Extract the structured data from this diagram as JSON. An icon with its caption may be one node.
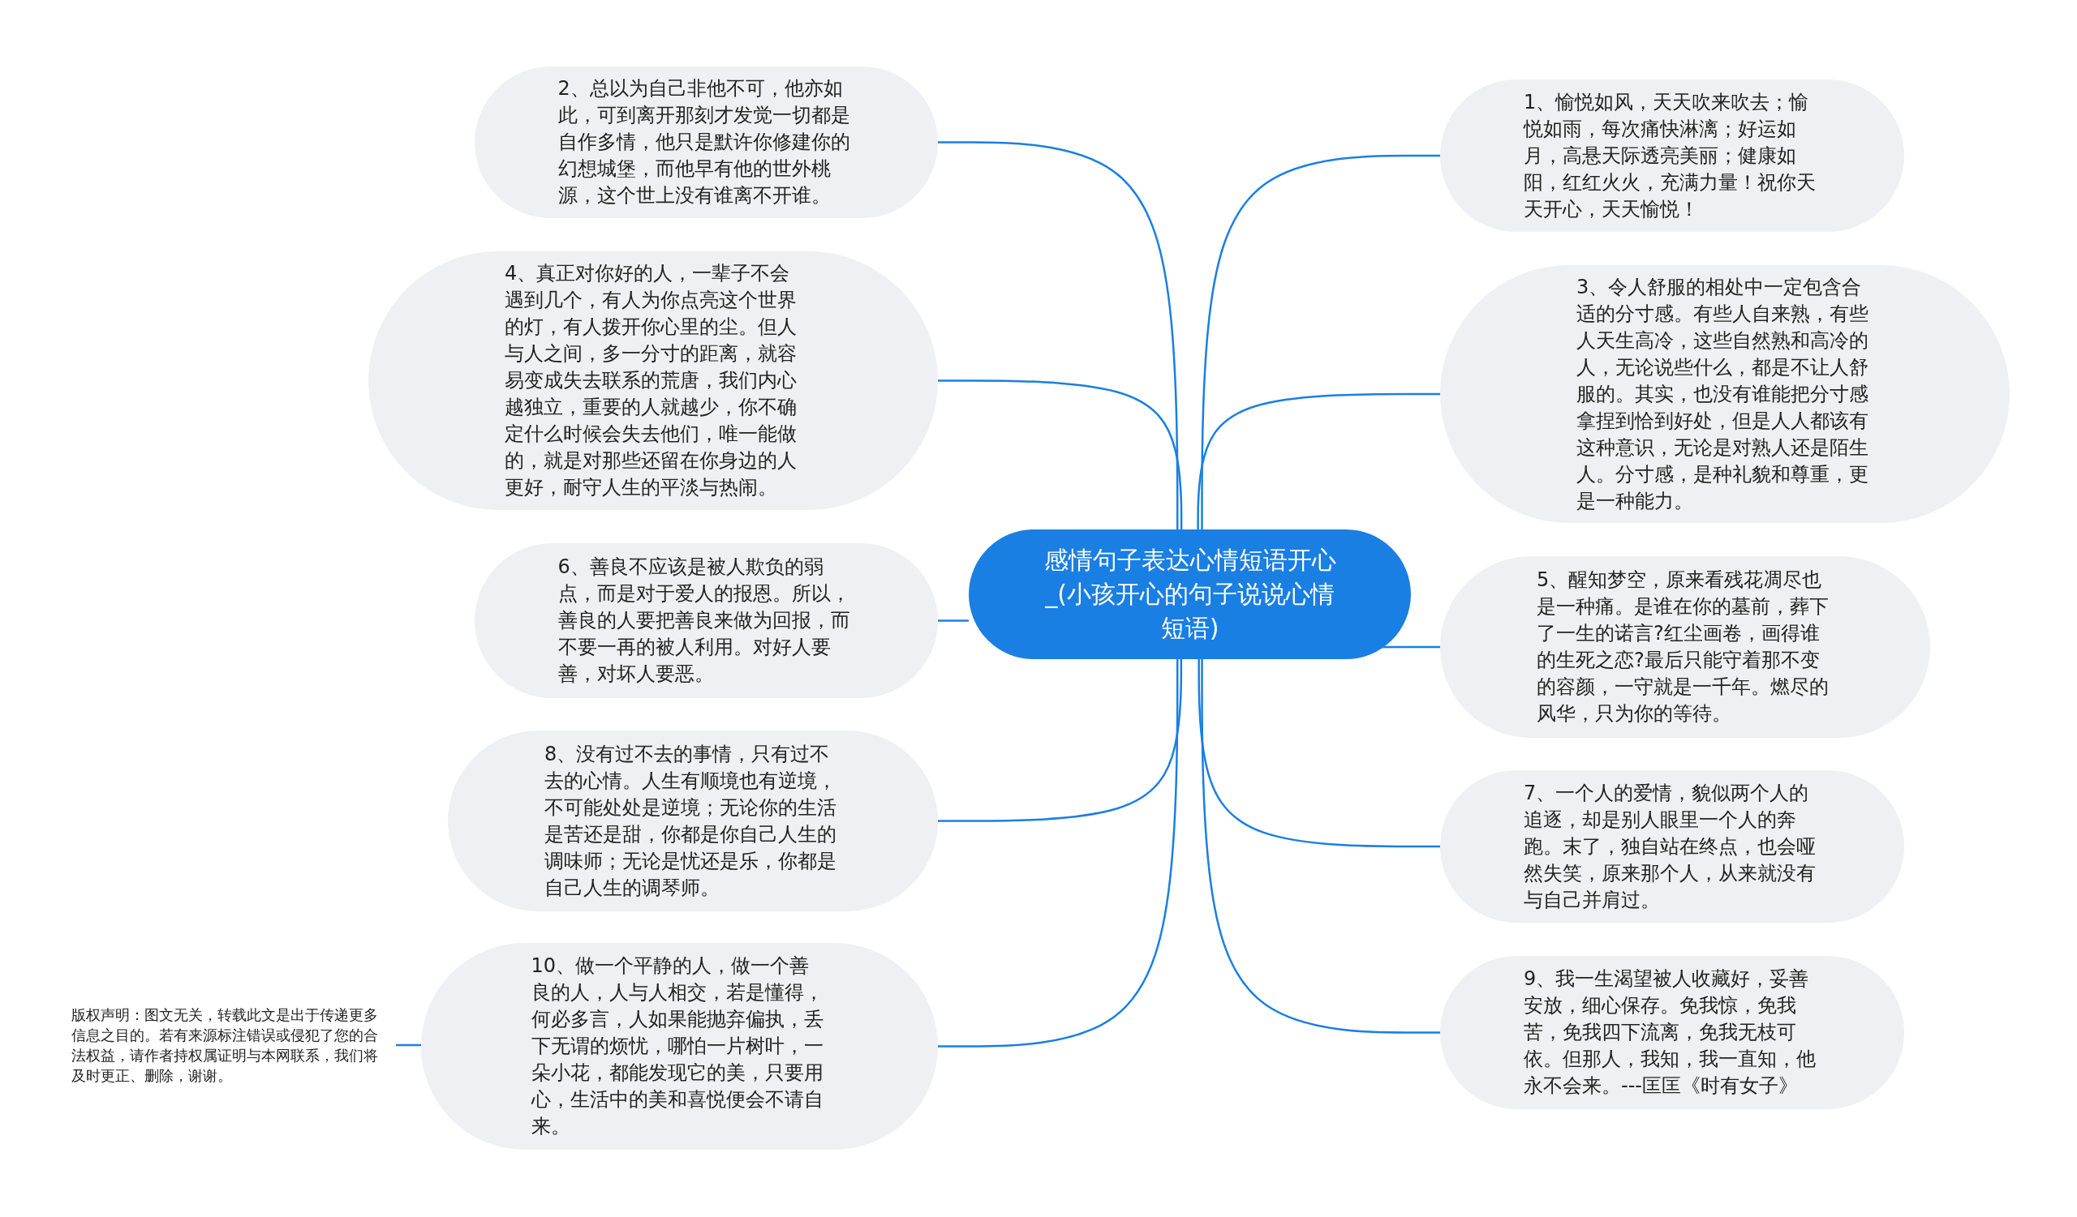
{
  "diagram": {
    "nodes": [
      {
        "text": [
          "感情句子表达心情短语开心_(小孩开心的句子说说心情短语)"
        ]
      },
      {
        "text": [
          "1、愉悦如风，天天吹来吹去；愉悦如雨，每次痛快淋漓；好运如月，高悬天际透亮美丽；健康如阳，红红火火，充满力量！祝你天天开心，天天愉悦！"
        ]
      },
      {
        "text": [
          "2、总以为自己非他不可，他亦如此，可到离开那刻才发觉一切都是自作多情，他只是默许你修建你的幻想城堡，而他早有他的世外桃源，这个世上没有谁离不开谁。"
        ]
      },
      {
        "text": [
          "3、令人舒服的相处中一定包含合适的分寸感。有些人自来熟，有些人天生高冷，这些自然熟和高冷的人，无论说些什么，都是不让人舒服的。其实，也没有谁能把分寸感拿捏到恰到好处，但是人人都该有这种意识，无论是对熟人还是陌生人。分寸感，是种礼貌和尊重，更是一种能力。"
        ]
      },
      {
        "text": [
          "4、真正对你好的人，一辈子不会遇到几个，有人为你点亮这个世界的灯，有人拨开你心里的尘。但人与人之间，多一分寸的距离，就容易变成失去联系的荒唐，我们内心越独立，重要的人就越少，你不确定什么时候会失去他们，唯一能做的，就是对那些还留在你身边的人更好，耐守人生的平淡与热闹。"
        ]
      },
      {
        "text": [
          "5、醒知梦空，原来看残花凋尽也是一种痛。是谁在你的墓前，葬下了一生的诺言?红尘画卷，画得谁的生死之恋?最后只能守着那不变的容颜，一守就是一千年。燃尽的风华，只为你的等待。"
        ]
      },
      {
        "text": [
          "6、善良不应该是被人欺负的弱点，而是对于爱人的报恩。所以，善良的人要把善良来做为回报，而不要一再的被人利用。对好人要善，对坏人要恶。"
        ]
      },
      {
        "text": [
          "7、一个人的爱情，貌似两个人的追逐，却是别人眼里一个人的奔跑。末了，独自站在终点，也会哑然失笑，原来那个人，从来就没有与自己并肩过。"
        ]
      },
      {
        "text": [
          "8、没有过不去的事情，只有过不去的心情。人生有顺境也有逆境，不可能处处是逆境；无论你的生活是苦还是甜，你都是你自己人生的调味师；无论是忧还是乐，你都是自己人生的调琴师。"
        ]
      },
      {
        "text": [
          "9、我一生渴望被人收藏好，妥善安放，细心保存。免我惊，免我苦，免我四下流离，免我无枝可依。但那人，我知，我一直知，他永不会来。---匡匡《时有女子》"
        ]
      },
      {
        "text": [
          "10、做一个平静的人，做一个善良的人，人与人相交，若是懂得，何必多言，人如果能抛弃偏执，丢下无谓的烦忧，哪怕一片树叶，一朵小花，都能发现它的美，只要用心，生活中的美和喜悦便会不请自来。"
        ]
      },
      {
        "text": [
          "版权声明：图文无关，转载此文是出于传递更多信息之目的。若有来源标注错误或侵犯了您的合法权益，请作者持权属证明与本网联系，我们将及时更正、删除，谢谢。"
        ]
      }
    ],
    "edges": [
      {
        "from": 0,
        "to": 1,
        "arrow": "none"
      },
      {
        "from": 0,
        "to": 2,
        "arrow": "none"
      },
      {
        "from": 0,
        "to": 3,
        "arrow": "none"
      },
      {
        "from": 0,
        "to": 4,
        "arrow": "none"
      },
      {
        "from": 0,
        "to": 5,
        "arrow": "none"
      },
      {
        "from": 0,
        "to": 6,
        "arrow": "none"
      },
      {
        "from": 0,
        "to": 7,
        "arrow": "none"
      },
      {
        "from": 0,
        "to": 8,
        "arrow": "none"
      },
      {
        "from": 0,
        "to": 9,
        "arrow": "none"
      },
      {
        "from": 0,
        "to": 10,
        "arrow": "none"
      },
      {
        "from": 10,
        "to": 11,
        "arrow": "none"
      }
    ]
  }
}
